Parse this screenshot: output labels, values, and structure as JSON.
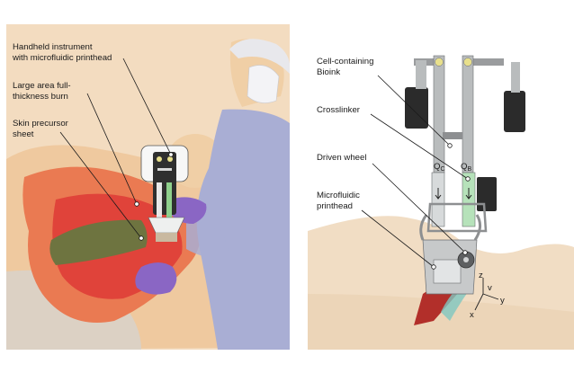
{
  "left_panel": {
    "labels": {
      "handheld": [
        "Handheld instrument",
        "with microfluidic printhead"
      ],
      "burn": [
        "Large area full-",
        "thickness burn"
      ],
      "sheet": [
        "Skin precursor",
        "sheet"
      ]
    }
  },
  "right_panel": {
    "labels": {
      "bioink": [
        "Cell-containing",
        "Bioink"
      ],
      "crosslinker": "Crosslinker",
      "wheel": "Driven wheel",
      "printhead": [
        "Microfluidic",
        "printhead"
      ]
    },
    "flow_labels": {
      "qc": {
        "main": "Q",
        "sub": "C"
      },
      "qb": {
        "main": "Q",
        "sub": "B"
      }
    },
    "axes": {
      "z": "z",
      "y": "y",
      "x": "x",
      "v": "v"
    }
  },
  "colors": {
    "background_left": "#f3dcc0",
    "burn_outer": "#ea7a52",
    "burn_inner": "#e0433a",
    "sheet": "#6e7440",
    "clothing": "#a9aed4",
    "glove": "#8a66c4",
    "skin_right": "#f1ddc4",
    "metal": "#b9bcbd",
    "crosslinker_fluid": "#b6e2ba",
    "wound_stripe": "#b22f2a"
  }
}
